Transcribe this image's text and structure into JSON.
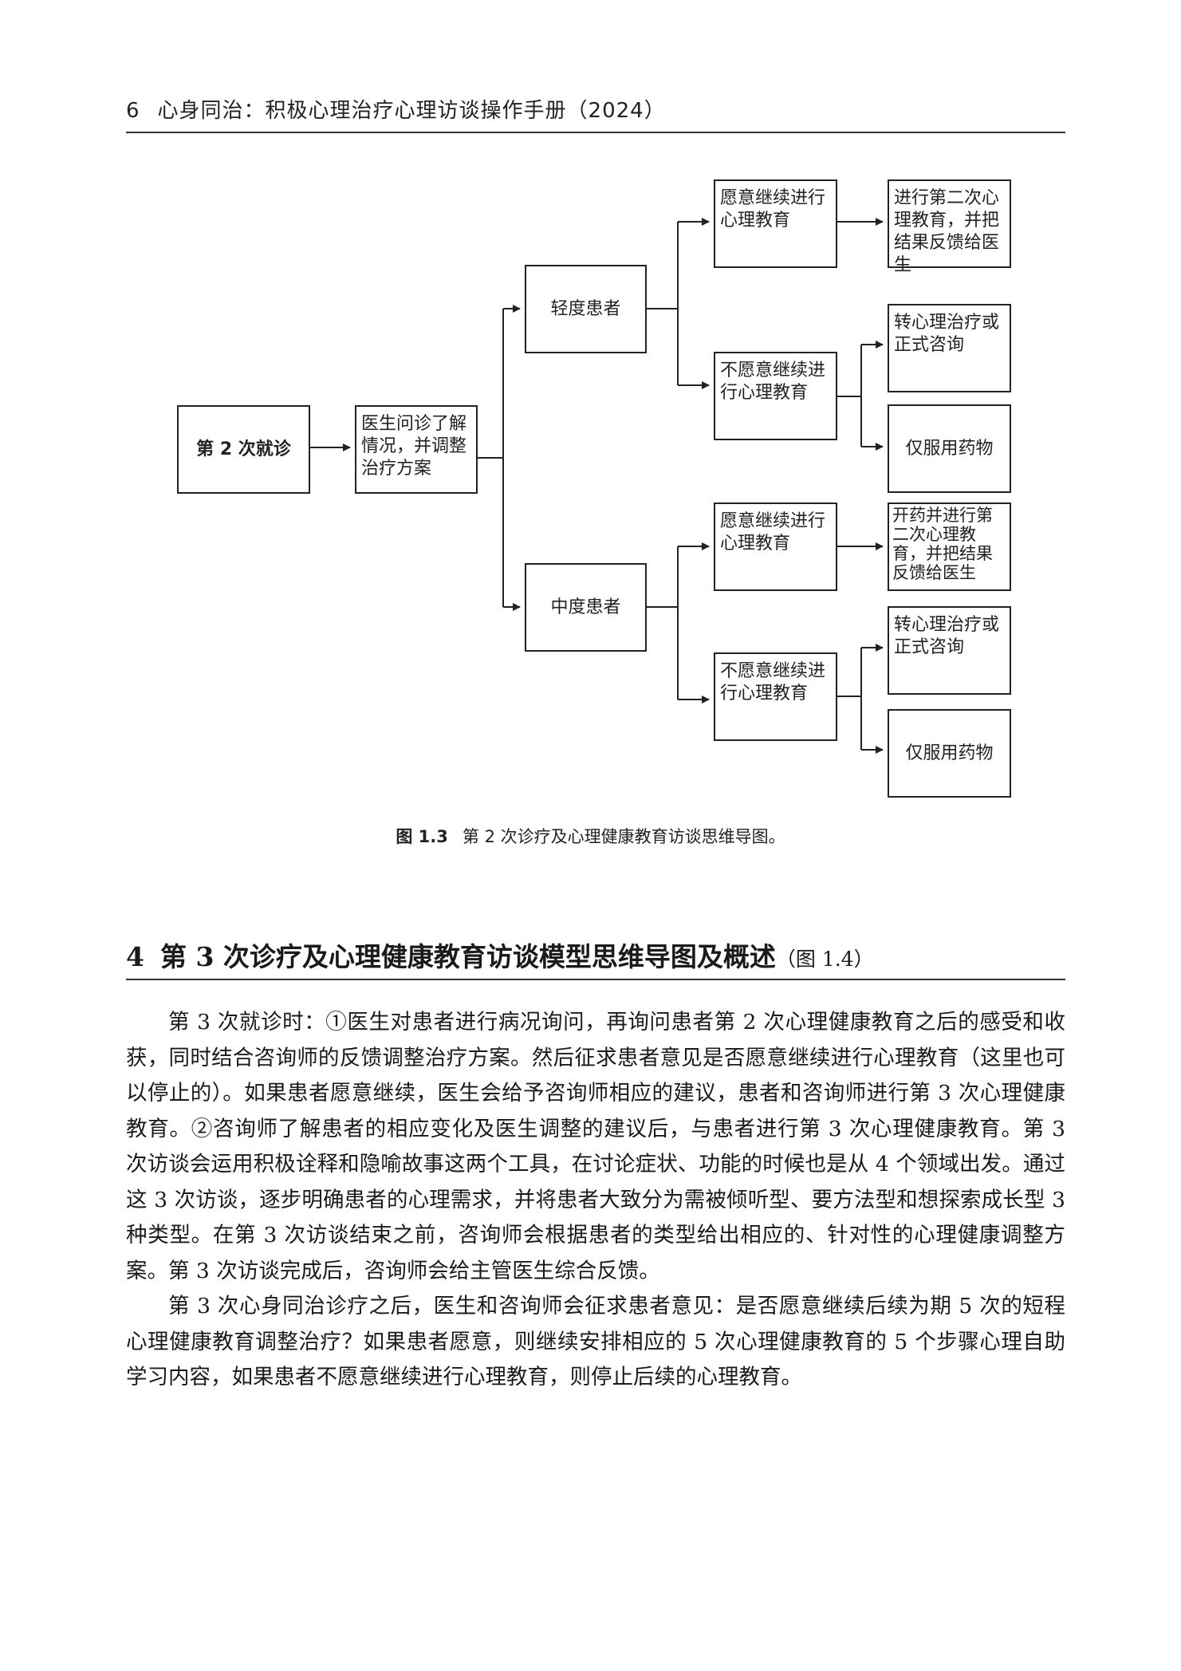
{
  "header": {
    "page_number": "6",
    "running_title": "心身同治：积极心理治疗心理访谈操作手册（2024）"
  },
  "flowchart": {
    "start": "第 2 次就诊",
    "step": "医生问诊了解情况，并调整治疗方案",
    "mild": {
      "label": "轻度患者",
      "willing": "愿意继续进行心理教育",
      "willing_result": "进行第二次心理教育，并把结果反馈给医生",
      "unwilling": "不愿意继续进行心理教育",
      "unwilling_option1": "转心理治疗或正式咨询",
      "unwilling_option2": "仅服用药物"
    },
    "moderate": {
      "label": "中度患者",
      "willing": "愿意继续进行心理教育",
      "willing_result": "开药并进行第二次心理教育，并把结果反馈给医生",
      "unwilling": "不愿意继续进行心理教育",
      "unwilling_option1": "转心理治疗或正式咨询",
      "unwilling_option2": "仅服用药物"
    }
  },
  "caption": {
    "figure": "图 1.3",
    "text": "第 2 次诊疗及心理健康教育访谈思维导图。"
  },
  "section": {
    "number": "4",
    "title": "第 3 次诊疗及心理健康教育访谈模型思维导图及概述",
    "ref": "（图 1.4）"
  },
  "paragraphs": [
    "第 3 次就诊时：①医生对患者进行病况询问，再询问患者第 2 次心理健康教育之后的感受和收获，同时结合咨询师的反馈调整治疗方案。然后征求患者意见是否愿意继续进行心理教育（这里也可以停止的）。如果患者愿意继续，医生会给予咨询师相应的建议，患者和咨询师进行第 3 次心理健康教育。②咨询师了解患者的相应变化及医生调整的建议后，与患者进行第 3 次心理健康教育。第 3 次访谈会运用积极诠释和隐喻故事这两个工具，在讨论症状、功能的时候也是从 4 个领域出发。通过这 3 次访谈，逐步明确患者的心理需求，并将患者大致分为需被倾听型、要方法型和想探索成长型 3 种类型。在第 3 次访谈结束之前，咨询师会根据患者的类型给出相应的、针对性的心理健康调整方案。第 3 次访谈完成后，咨询师会给主管医生综合反馈。",
    "第 3 次心身同治诊疗之后，医生和咨询师会征求患者意见：是否愿意继续后续为期 5 次的短程心理健康教育调整治疗？如果患者愿意，则继续安排相应的 5 次心理健康教育的 5 个步骤心理自助学习内容，如果患者不愿意继续进行心理教育，则停止后续的心理教育。"
  ]
}
